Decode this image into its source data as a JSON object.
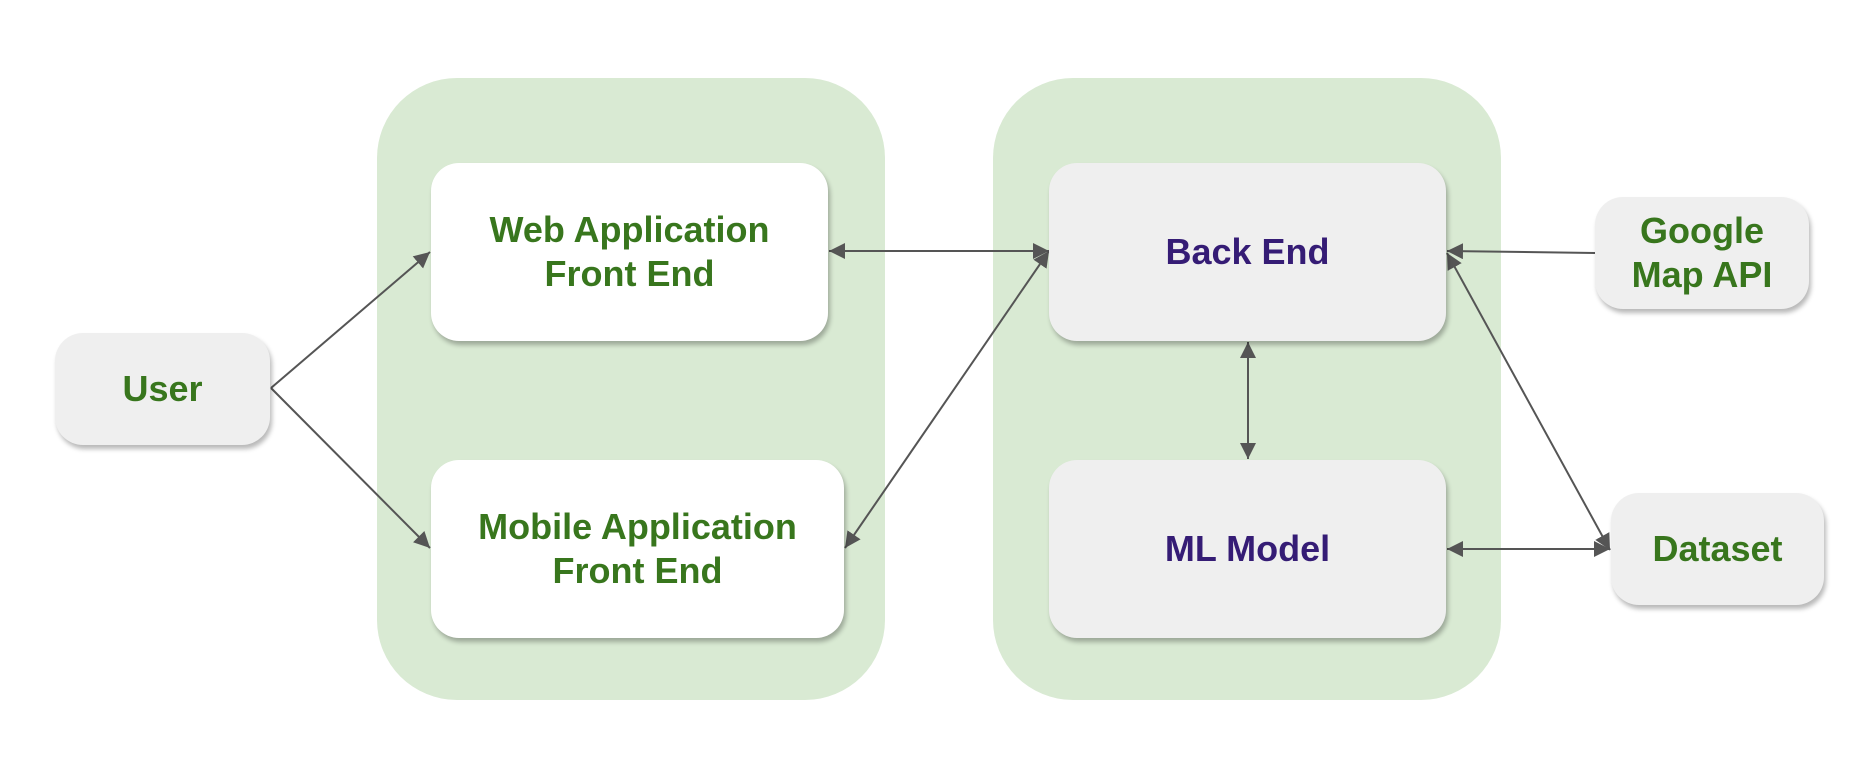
{
  "nodes": {
    "user": "User",
    "web_front_end": "Web Application\nFront End",
    "mobile_front_end": "Mobile Application\nFront End",
    "back_end": "Back End",
    "ml_model": "ML Model",
    "google_map_api": "Google\nMap API",
    "dataset": "Dataset"
  },
  "colors": {
    "group_fill": "#d9ead3",
    "label_green": "#38761d",
    "label_purple": "#351c75",
    "edge": "#555555"
  }
}
